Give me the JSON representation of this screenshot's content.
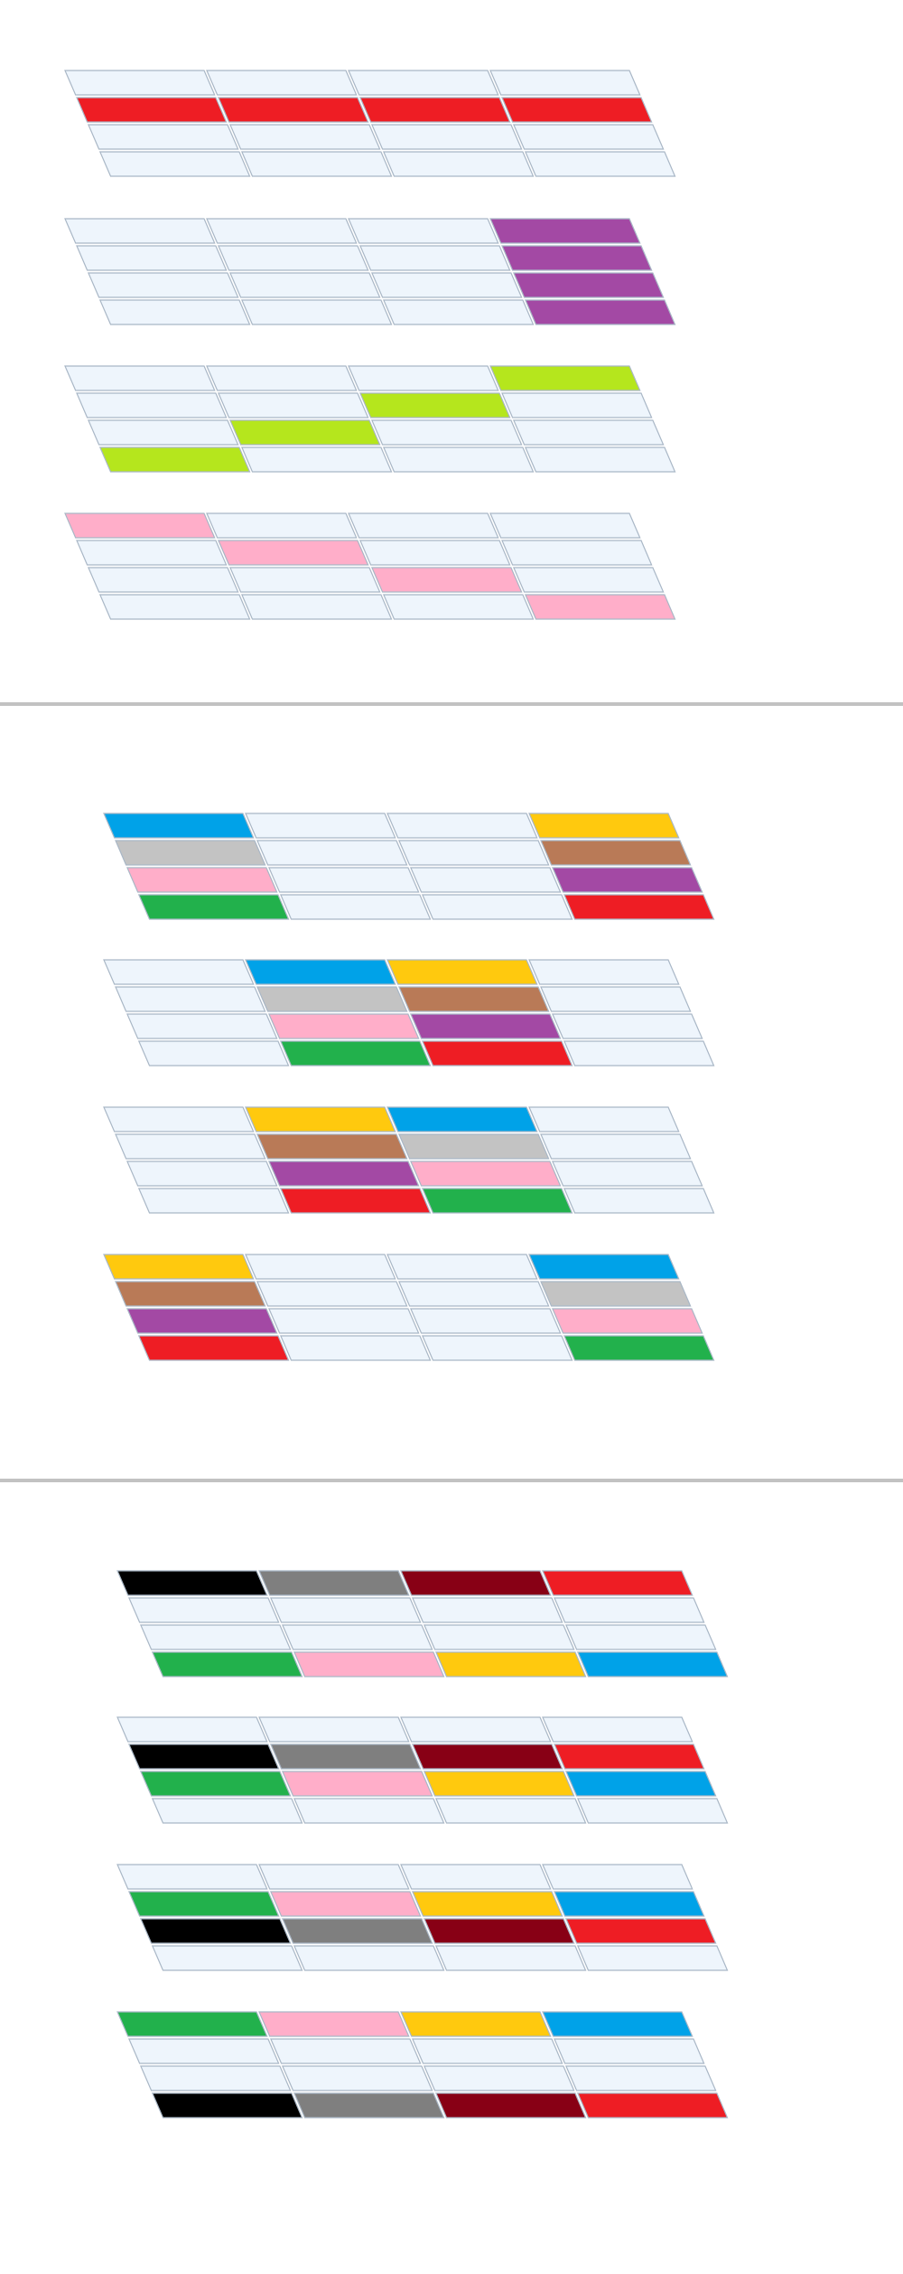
{
  "palette": {
    "empty": "#eef5fc",
    "cell_border": "#a9b7c6",
    "divider": "#c2c2c2",
    "red": "#ee1d24",
    "purple": "#a349a4",
    "lime": "#b5e61d",
    "pink": "#ffaec9",
    "blue": "#00a2e8",
    "yellow": "#ffc90e",
    "gray": "#c3c3c3",
    "brown": "#b97a57",
    "green": "#22b14c",
    "black": "#000000",
    "dark_gray": "#7f7f7f",
    "dark_red": "#880015"
  },
  "sections": [
    {
      "name": "single-color-patterns",
      "grids": [
        {
          "name": "row-pattern",
          "cells": [
            [
              "empty",
              "empty",
              "empty",
              "empty"
            ],
            [
              "red",
              "red",
              "red",
              "red"
            ],
            [
              "empty",
              "empty",
              "empty",
              "empty"
            ],
            [
              "empty",
              "empty",
              "empty",
              "empty"
            ]
          ]
        },
        {
          "name": "column-pattern",
          "cells": [
            [
              "empty",
              "empty",
              "empty",
              "purple"
            ],
            [
              "empty",
              "empty",
              "empty",
              "purple"
            ],
            [
              "empty",
              "empty",
              "empty",
              "purple"
            ],
            [
              "empty",
              "empty",
              "empty",
              "purple"
            ]
          ]
        },
        {
          "name": "anti-diagonal-pattern",
          "cells": [
            [
              "empty",
              "empty",
              "empty",
              "lime"
            ],
            [
              "empty",
              "empty",
              "lime",
              "empty"
            ],
            [
              "empty",
              "lime",
              "empty",
              "empty"
            ],
            [
              "lime",
              "empty",
              "empty",
              "empty"
            ]
          ]
        },
        {
          "name": "diagonal-pattern",
          "cells": [
            [
              "pink",
              "empty",
              "empty",
              "empty"
            ],
            [
              "empty",
              "pink",
              "empty",
              "empty"
            ],
            [
              "empty",
              "empty",
              "pink",
              "empty"
            ],
            [
              "empty",
              "empty",
              "empty",
              "pink"
            ]
          ]
        }
      ]
    },
    {
      "name": "column-pair-patterns",
      "grids": [
        {
          "name": "outer-columns",
          "cells": [
            [
              "blue",
              "empty",
              "empty",
              "yellow"
            ],
            [
              "gray",
              "empty",
              "empty",
              "brown"
            ],
            [
              "pink",
              "empty",
              "empty",
              "purple"
            ],
            [
              "green",
              "empty",
              "empty",
              "red"
            ]
          ]
        },
        {
          "name": "inner-columns",
          "cells": [
            [
              "empty",
              "blue",
              "yellow",
              "empty"
            ],
            [
              "empty",
              "gray",
              "brown",
              "empty"
            ],
            [
              "empty",
              "pink",
              "purple",
              "empty"
            ],
            [
              "empty",
              "green",
              "red",
              "empty"
            ]
          ]
        },
        {
          "name": "inner-columns-swapped",
          "cells": [
            [
              "empty",
              "yellow",
              "blue",
              "empty"
            ],
            [
              "empty",
              "brown",
              "gray",
              "empty"
            ],
            [
              "empty",
              "purple",
              "pink",
              "empty"
            ],
            [
              "empty",
              "red",
              "green",
              "empty"
            ]
          ]
        },
        {
          "name": "outer-columns-swapped",
          "cells": [
            [
              "yellow",
              "empty",
              "empty",
              "blue"
            ],
            [
              "brown",
              "empty",
              "empty",
              "gray"
            ],
            [
              "purple",
              "empty",
              "empty",
              "pink"
            ],
            [
              "red",
              "empty",
              "empty",
              "green"
            ]
          ]
        }
      ]
    },
    {
      "name": "row-pair-patterns",
      "grids": [
        {
          "name": "outer-rows",
          "cells": [
            [
              "black",
              "dark_gray",
              "dark_red",
              "red"
            ],
            [
              "empty",
              "empty",
              "empty",
              "empty"
            ],
            [
              "empty",
              "empty",
              "empty",
              "empty"
            ],
            [
              "green",
              "pink",
              "yellow",
              "blue"
            ]
          ]
        },
        {
          "name": "inner-rows",
          "cells": [
            [
              "empty",
              "empty",
              "empty",
              "empty"
            ],
            [
              "black",
              "dark_gray",
              "dark_red",
              "red"
            ],
            [
              "green",
              "pink",
              "yellow",
              "blue"
            ],
            [
              "empty",
              "empty",
              "empty",
              "empty"
            ]
          ]
        },
        {
          "name": "inner-rows-swapped",
          "cells": [
            [
              "empty",
              "empty",
              "empty",
              "empty"
            ],
            [
              "green",
              "pink",
              "yellow",
              "blue"
            ],
            [
              "black",
              "dark_gray",
              "dark_red",
              "red"
            ],
            [
              "empty",
              "empty",
              "empty",
              "empty"
            ]
          ]
        },
        {
          "name": "outer-rows-swapped",
          "cells": [
            [
              "green",
              "pink",
              "yellow",
              "blue"
            ],
            [
              "empty",
              "empty",
              "empty",
              "empty"
            ],
            [
              "empty",
              "empty",
              "empty",
              "empty"
            ],
            [
              "black",
              "dark_gray",
              "dark_red",
              "red"
            ]
          ]
        }
      ]
    }
  ]
}
